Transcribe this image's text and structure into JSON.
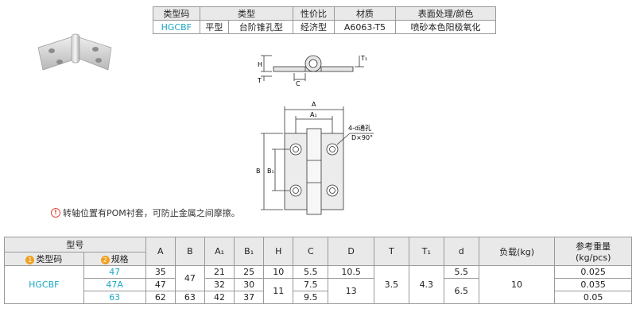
{
  "top_table": {
    "headers": [
      "类型码",
      "类型",
      "性价比",
      "材质",
      "表面处理/颜色"
    ],
    "row": {
      "code": "HGCBF",
      "type_a": "平型",
      "type_b": "台阶锥孔型",
      "value": "经济型",
      "material": "A6063-T5",
      "surface": "喷砂本色阳极氧化"
    }
  },
  "drawing": {
    "labels": {
      "A": "A",
      "A1": "A₁",
      "B": "B",
      "B1": "B₁",
      "H": "H",
      "T": "T",
      "T1": "T₁",
      "C": "C",
      "hole": "4-d通孔",
      "countersink": "D×90°"
    }
  },
  "note": {
    "icon": "!",
    "text": "转轴位置有POM衬套，可防止金属之间摩擦。"
  },
  "spec": {
    "model_header": "型号",
    "sub1_num": "1",
    "sub1_label": "类型码",
    "sub2_num": "2",
    "sub2_label": "规格",
    "col_A": "A",
    "col_B": "B",
    "col_A1": "A₁",
    "col_B1": "B₁",
    "col_H": "H",
    "col_C": "C",
    "col_D": "D",
    "col_T": "T",
    "col_T1": "T₁",
    "col_d": "d",
    "col_load": "负载(kg)",
    "col_weight_1": "参考重量",
    "col_weight_2": "(kg/pcs)",
    "code": "HGCBF",
    "rows": [
      {
        "spec": "47",
        "A": "35",
        "A1": "21",
        "B1": "25",
        "H": "10",
        "C": "5.5",
        "D": "10.5",
        "d": "5.5",
        "w": "0.025"
      },
      {
        "spec": "47A",
        "A": "47",
        "A1": "32",
        "B1": "30",
        "H": "",
        "C": "7.5",
        "D": "",
        "d": "",
        "w": "0.035"
      },
      {
        "spec": "63",
        "A": "62",
        "A1": "42",
        "B1": "37",
        "H": "",
        "C": "9.5",
        "D": "",
        "d": "",
        "w": "0.05"
      }
    ],
    "B_47": "47",
    "B_63": "63",
    "H_2": "11",
    "D_2": "13",
    "T_all": "3.5",
    "T1_all": "4.3",
    "d_2": "6.5",
    "load_all": "10"
  },
  "colors": {
    "accent": "#1aa7c4",
    "header_bg": "#e9e9e9",
    "badge": "#f0a020",
    "warning": "#e04a3a"
  }
}
